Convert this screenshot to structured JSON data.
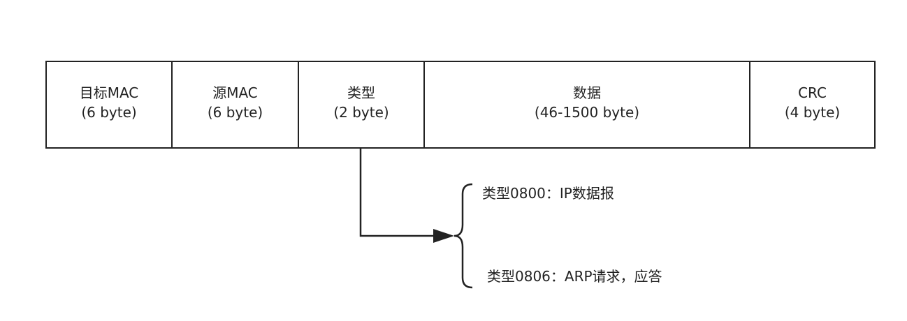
{
  "frame": {
    "fields": [
      {
        "name": "目标MAC",
        "size": "(6 byte)"
      },
      {
        "name": "源MAC",
        "size": "(6 byte)"
      },
      {
        "name": "类型",
        "size": "(2 byte)"
      },
      {
        "name": "数据",
        "size": "(46-1500 byte)"
      },
      {
        "name": "CRC",
        "size": "(4 byte)"
      }
    ]
  },
  "type_values": [
    "类型0800：IP数据报",
    "类型0806：ARP请求，应答"
  ]
}
